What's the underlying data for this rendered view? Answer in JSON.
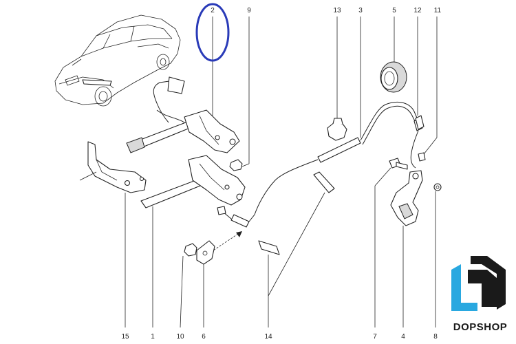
{
  "callouts": [
    {
      "id": "2",
      "label": "2"
    },
    {
      "id": "9",
      "label": "9"
    },
    {
      "id": "13",
      "label": "13"
    },
    {
      "id": "3",
      "label": "3"
    },
    {
      "id": "5",
      "label": "5"
    },
    {
      "id": "12",
      "label": "12"
    },
    {
      "id": "11",
      "label": "11"
    },
    {
      "id": "15",
      "label": "15"
    },
    {
      "id": "1",
      "label": "1"
    },
    {
      "id": "10",
      "label": "10"
    },
    {
      "id": "6",
      "label": "6"
    },
    {
      "id": "14",
      "label": "14"
    },
    {
      "id": "7",
      "label": "7"
    },
    {
      "id": "4",
      "label": "4"
    },
    {
      "id": "8",
      "label": "8"
    }
  ],
  "highlight": {
    "target": "2",
    "color": "#2a3bb8"
  },
  "brand": {
    "name": "DOPSHOP",
    "logo_colors": [
      "#1a1a1a",
      "#29a8e0"
    ]
  }
}
